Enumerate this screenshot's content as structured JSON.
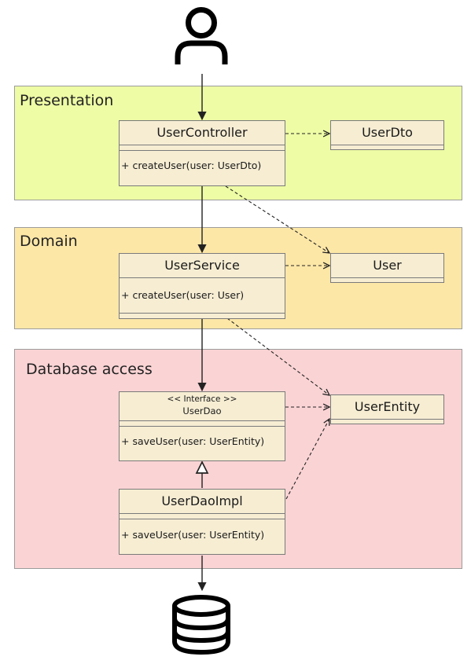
{
  "layers": {
    "presentation": "Presentation",
    "domain": "Domain",
    "database": "Database access"
  },
  "classes": {
    "user_controller": {
      "name": "UserController",
      "operation": "+ createUser(user: UserDto)"
    },
    "user_dto": {
      "name": "UserDto"
    },
    "user_service": {
      "name": "UserService",
      "operation": "+ createUser(user: User)"
    },
    "user": {
      "name": "User"
    },
    "user_dao": {
      "stereotype": "<< Interface >>",
      "name": "UserDao",
      "operation": "+ saveUser(user: UserEntity)"
    },
    "user_entity": {
      "name": "UserEntity"
    },
    "user_dao_impl": {
      "name": "UserDaoImpl",
      "operation": "+ saveUser(user: UserEntity)"
    }
  },
  "icons": {
    "actor": "user-icon",
    "storage": "database-icon"
  },
  "colors": {
    "presentation_bg": "#eefca5",
    "domain_bg": "#fde7a7",
    "database_bg": "#fad3d4",
    "class_bg": "#f6edd3"
  }
}
